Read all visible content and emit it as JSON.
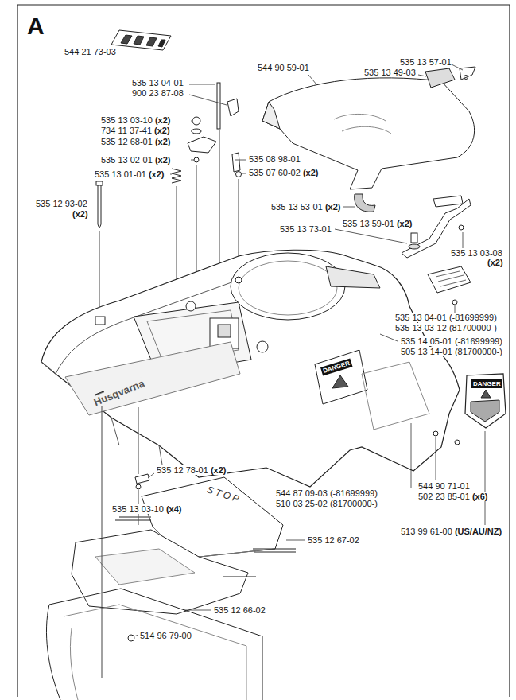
{
  "diagram": {
    "title": "A",
    "labels": [
      "544 21 73-03",
      "535 13 04-01",
      "900 23 87-08",
      "544 90 59-01",
      "535 13 57-01",
      "535 13 49-03",
      "535 13 03-10 (x2)",
      "734 11 37-41 (x2)",
      "535 12 68-01 (x2)",
      "535 08 98-01",
      "535 13 02-01 (x2)",
      "535 07 60-02 (x2)",
      "535 13 01-01 (x2)",
      "535 12 93-02",
      "(x2)",
      "535 13 53-01 (x2)",
      "535 13 59-01 (x2)",
      "535 13 73-01",
      "535 13 03-08",
      "(x2)",
      "535 13 04-01 (-81699999)",
      "535 13 03-12 (81700000-)",
      "535 14 05-01 (-81699999)",
      "505 13 14-01 (81700000-)",
      "535 12 78-01 (x2)",
      "544 87 09-03 (-81699999)",
      "510 03 25-02 (81700000-)",
      "544 90 71-01",
      "502 23 85-01 (x6)",
      "535 13 03-10 (x4)",
      "535 12 67-02",
      "513 99 61-00 (US/AU/NZ)",
      "535 12 66-02",
      "514 96 79-00",
      "Husqvarna",
      "DANGER",
      "DANGER",
      "STOP"
    ]
  }
}
